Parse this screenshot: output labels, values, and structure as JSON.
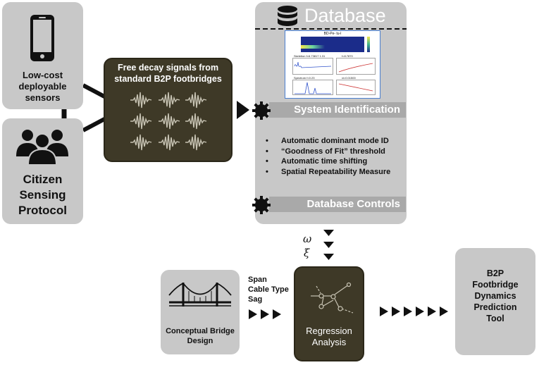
{
  "sensors": {
    "label": "Low-cost deployable sensors",
    "icon": "smartphone-icon"
  },
  "citizen": {
    "label": "Citizen Sensing Protocol",
    "icon": "people-group-icon"
  },
  "signals": {
    "label": "Free decay signals from standard B2P footbridges",
    "icon": "wavelet-icon"
  },
  "database": {
    "title": "Database",
    "icon": "database-icon",
    "plot_title": "BD-Pe- tu-l",
    "stats": [
      "Skeletion f=6.73817 1.31",
      "f=8.7870",
      "Spectrum f=0.23",
      "xi=0.01500"
    ],
    "system_identification": "System Identification",
    "features": [
      "Automatic dominant mode ID",
      "“Goodness of Fit” threshold",
      "Automatic time shifting",
      "Spatial Repeatability Measure"
    ],
    "controls": "Database Controls"
  },
  "params": {
    "omega": "ω",
    "xi": "ξ"
  },
  "design": {
    "label": "Conceptual Bridge Design",
    "icon": "suspension-bridge-icon",
    "inputs": [
      "Span",
      "Cable Type",
      "Sag"
    ]
  },
  "regression": {
    "label": "Regression Analysis",
    "icon": "network-graph-icon"
  },
  "tool": {
    "label": "B2P Footbridge Dynamics Prediction Tool"
  },
  "colors": {
    "gray": "#c8c8c8",
    "dark_olive": "#3e3927",
    "header_gray": "#a9a9a9"
  }
}
